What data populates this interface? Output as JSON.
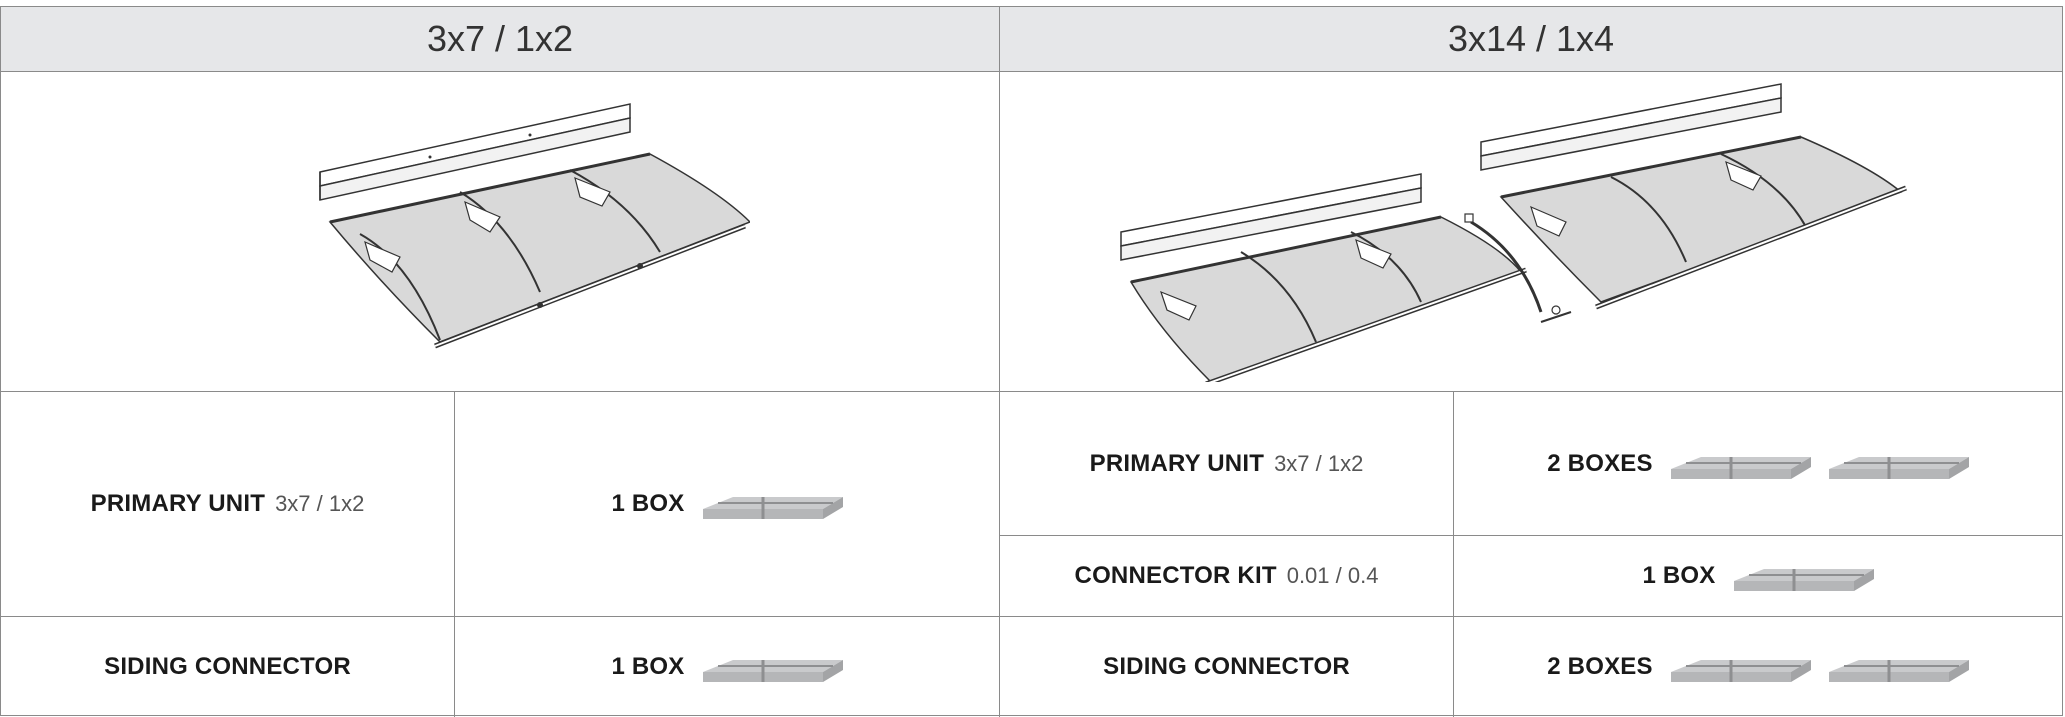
{
  "headers": {
    "left": "3x7 / 1x2",
    "right": "3x14 / 1x4"
  },
  "left_rows": [
    {
      "name": "PRIMARY UNIT",
      "size": "3x7 / 1x2",
      "qty": "1 BOX",
      "boxes": 1
    },
    {
      "name": "SIDING CONNECTOR",
      "size": "",
      "qty": "1 BOX",
      "boxes": 1
    }
  ],
  "right_rows": [
    {
      "name": "PRIMARY UNIT",
      "size": "3x7 / 1x2",
      "qty": "2 BOXES",
      "boxes": 2
    },
    {
      "name": "CONNECTOR KIT",
      "size": "0.01 / 0.4",
      "qty": "1 BOX",
      "boxes": 1
    },
    {
      "name": "SIDING CONNECTOR",
      "size": "",
      "qty": "2 BOXES",
      "boxes": 2
    }
  ],
  "colors": {
    "header_bg": "#e6e7e9",
    "border": "#8a8a8a",
    "box_top": "#c9cacc",
    "box_side": "#a3a4a6",
    "canopy": "#d6d6d6"
  },
  "icons": {
    "box": "cardboard-box-icon",
    "canopy_single": "awning-kit-illustration",
    "canopy_double": "double-awning-kit-illustration"
  }
}
